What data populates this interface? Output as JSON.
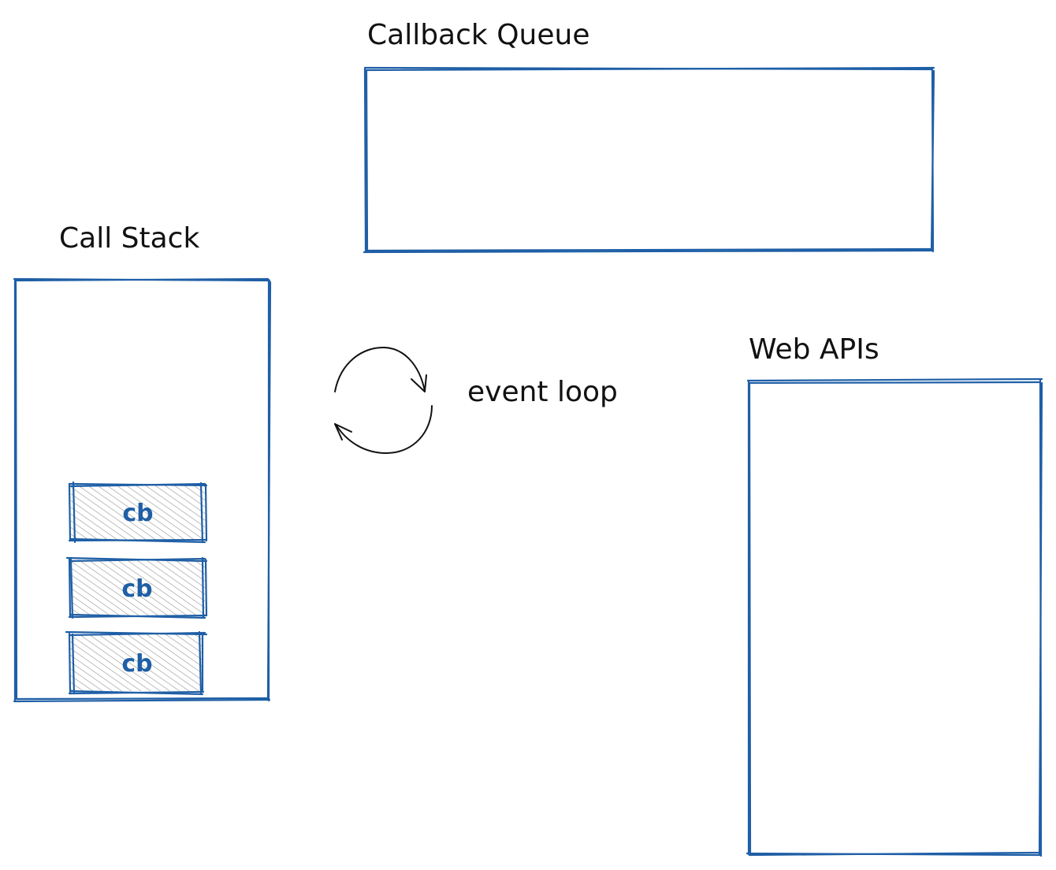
{
  "colors": {
    "stroke_blue": "#1f5fa6",
    "hatch_gray": "#8a8a8a",
    "ink": "#111111"
  },
  "callback_queue": {
    "title": "Callback Queue"
  },
  "call_stack": {
    "title": "Call Stack",
    "frames": [
      "cb",
      "cb",
      "cb"
    ]
  },
  "event_loop": {
    "label": "event loop"
  },
  "web_apis": {
    "title": "Web APIs"
  }
}
